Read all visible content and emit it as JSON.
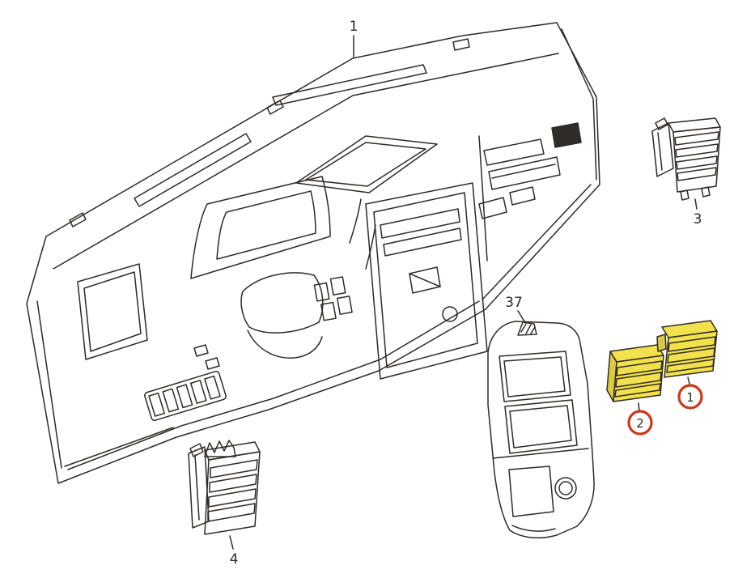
{
  "diagram": {
    "background": "#ffffff",
    "line_color": "#2e2b28",
    "highlight_color": "#f2e14c",
    "highlight_shade": "#ddc93f",
    "callout_color": "#c9391b",
    "labels": {
      "dashboard": "1",
      "vent_right_circled": "1",
      "vent_left_circled": "2",
      "side_vent_upper": "3",
      "side_vent_lower": "4",
      "center_trim": "37"
    }
  }
}
